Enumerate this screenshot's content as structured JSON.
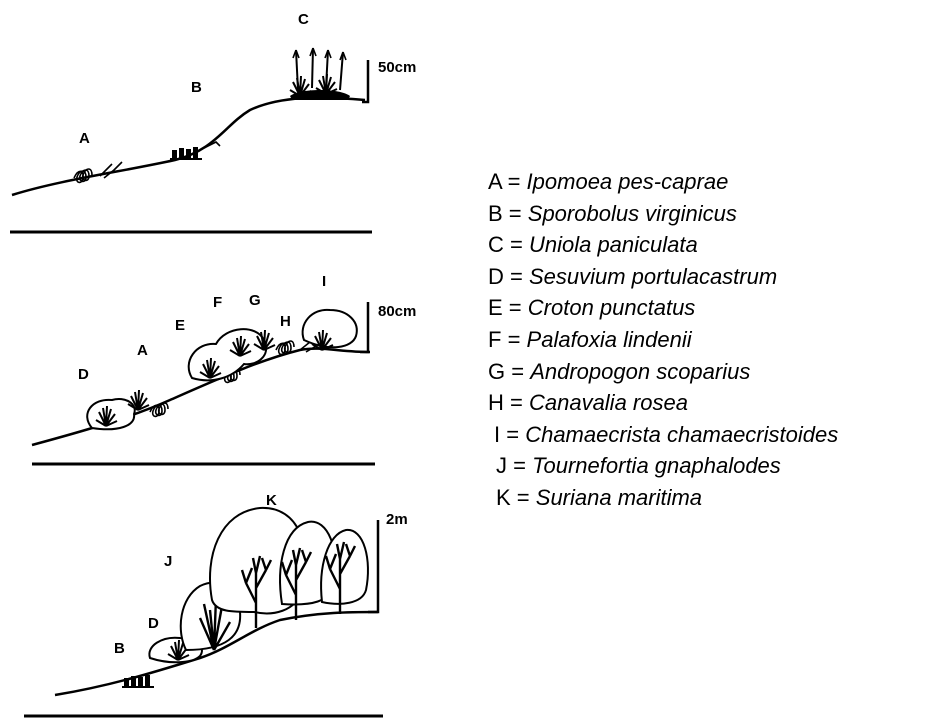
{
  "panels": [
    {
      "scale": "50cm",
      "labels": {
        "A": "A",
        "B": "B",
        "C": "C"
      }
    },
    {
      "scale": "80cm",
      "labels": {
        "A": "A",
        "D": "D",
        "E": "E",
        "F": "F",
        "G": "G",
        "H": "H",
        "I": "I"
      }
    },
    {
      "scale": "2m",
      "labels": {
        "B": "B",
        "D": "D",
        "J": "J",
        "K": "K"
      }
    }
  ],
  "legend": [
    {
      "code": "A",
      "species": "Ipomoea pes-caprae"
    },
    {
      "code": "B",
      "species": "Sporobolus virginicus"
    },
    {
      "code": "C",
      "species": "Uniola paniculata"
    },
    {
      "code": "D",
      "species": "Sesuvium portulacastrum"
    },
    {
      "code": "E",
      "species": "Croton punctatus"
    },
    {
      "code": "F",
      "species": "Palafoxia lindenii"
    },
    {
      "code": "G",
      "species": "Andropogon scoparius"
    },
    {
      "code": "H",
      "species": "Canavalia rosea"
    },
    {
      "code": "I",
      "species": "Chamaecrista chamaecristoides"
    },
    {
      "code": "J",
      "species": "Tournefortia gnaphalodes"
    },
    {
      "code": "K",
      "species": "Suriana maritima"
    }
  ]
}
